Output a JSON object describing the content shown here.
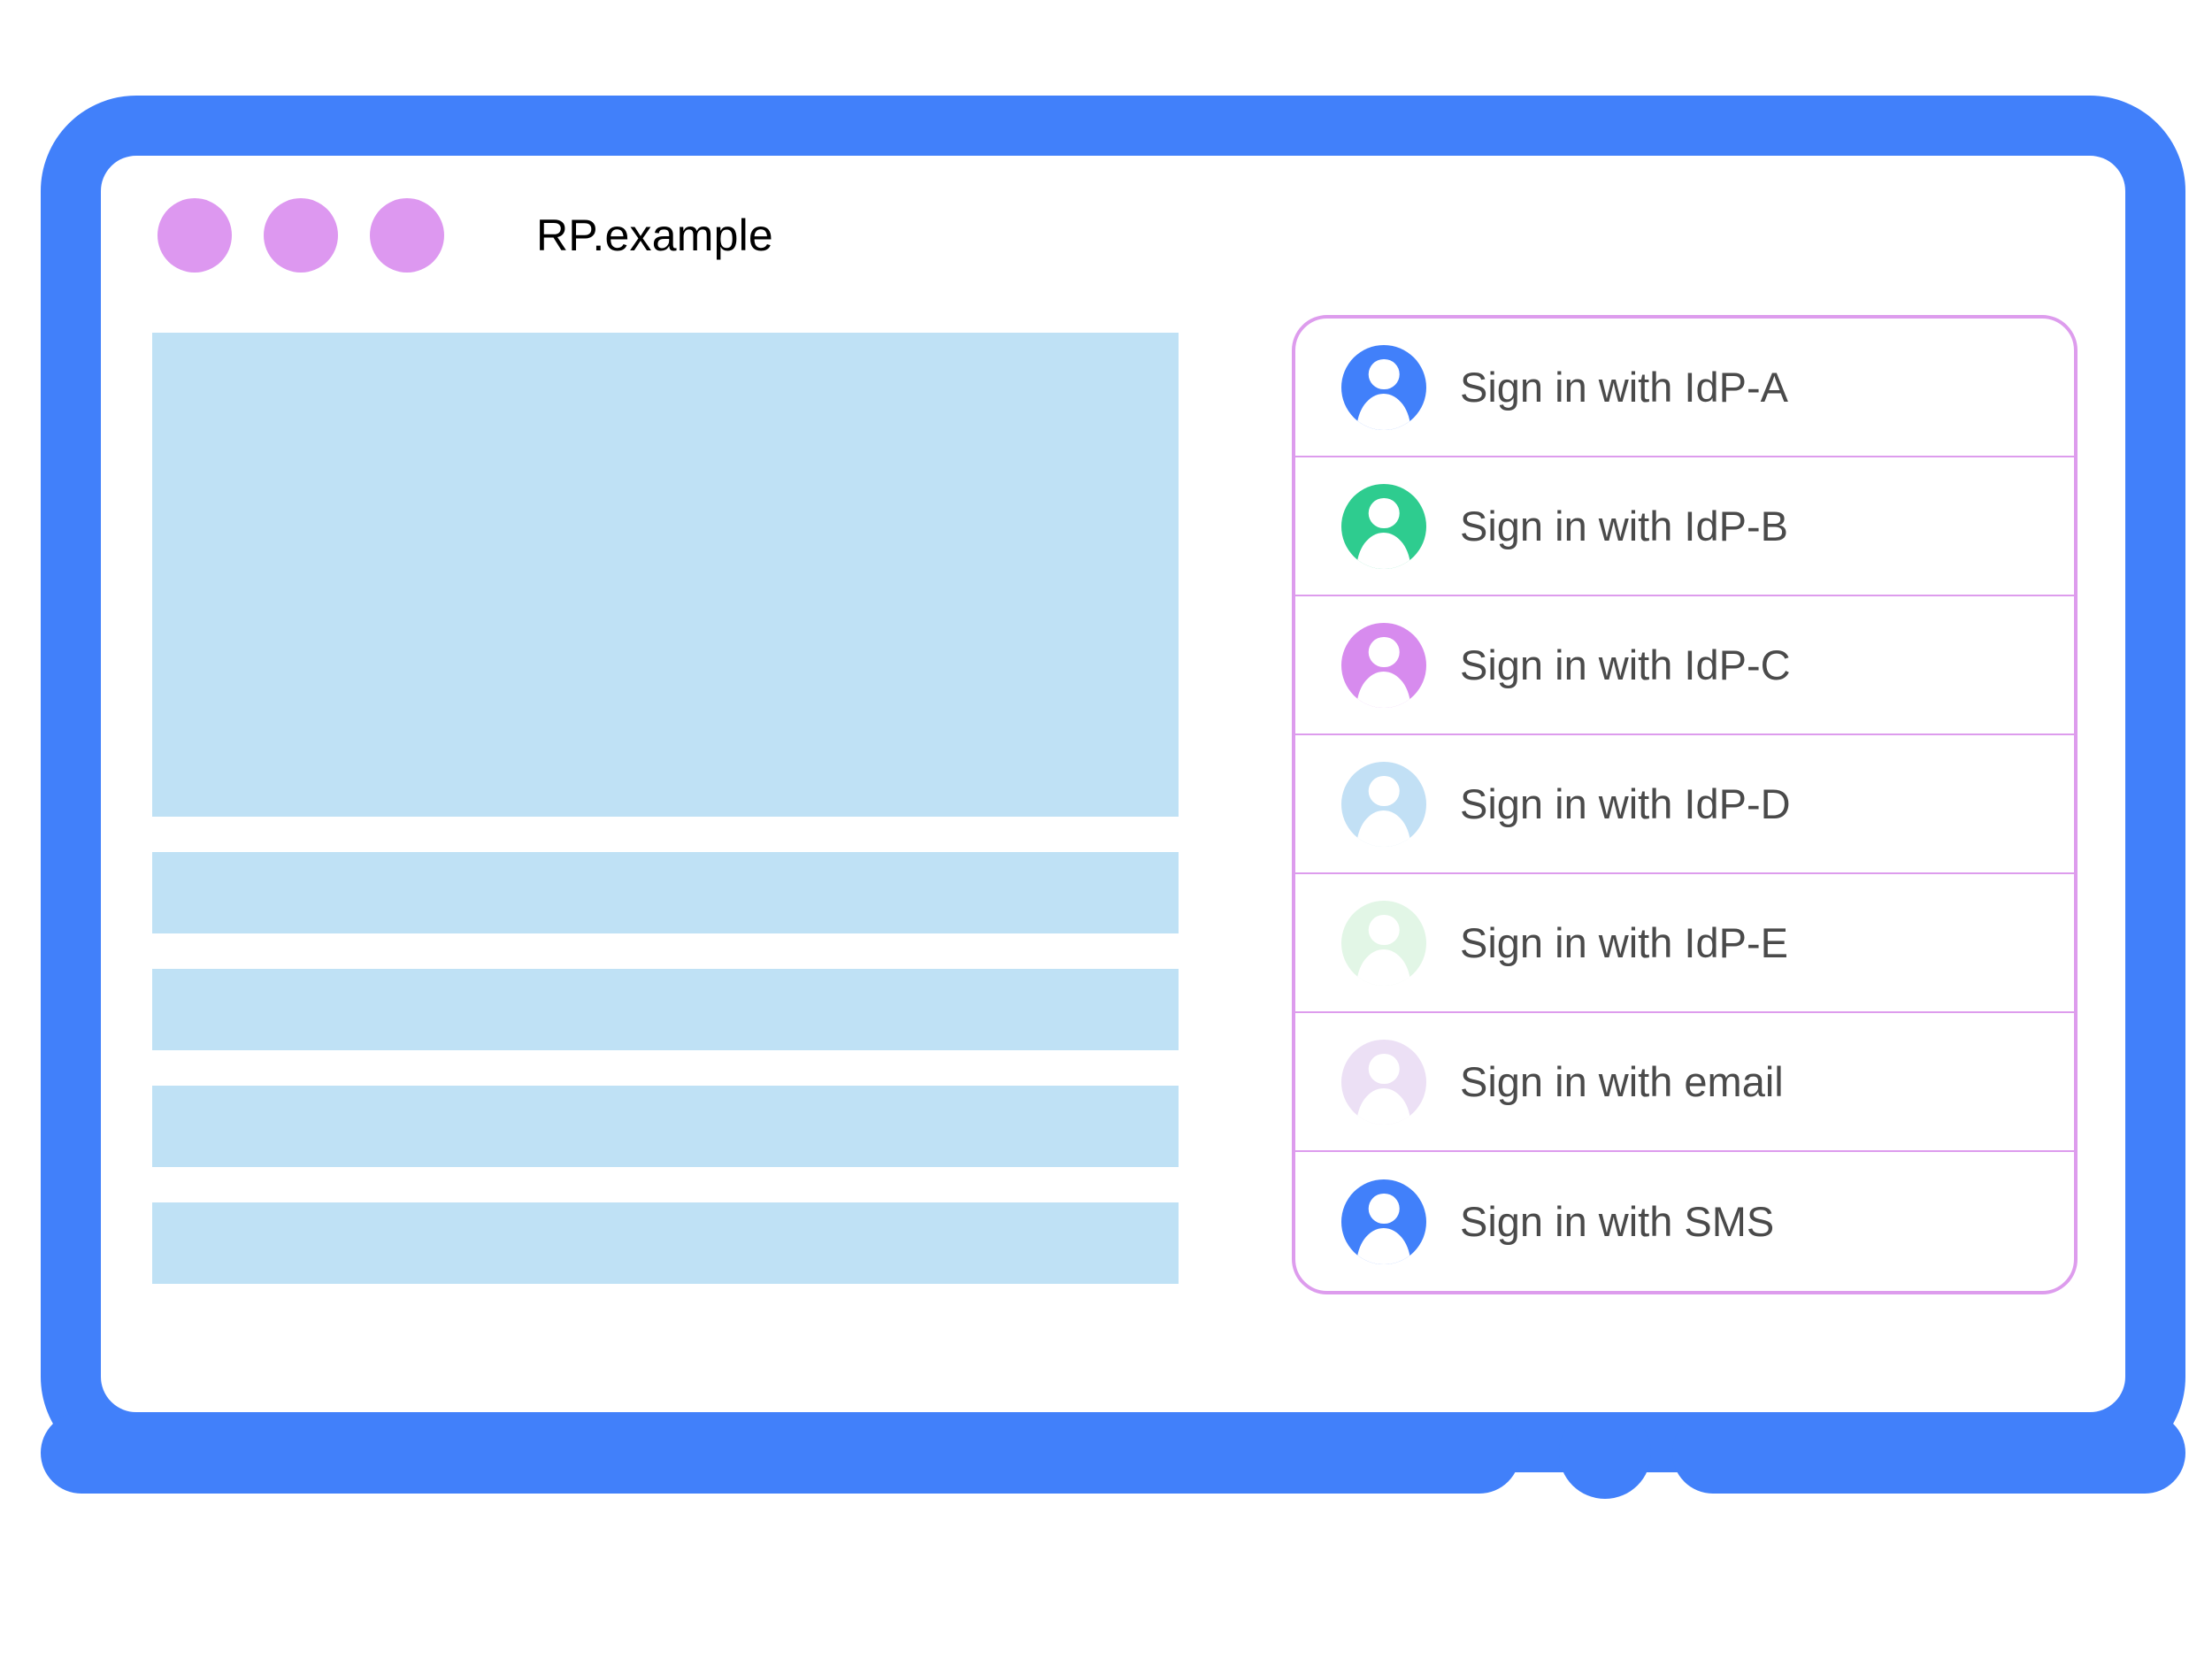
{
  "window": {
    "title": "RP.example",
    "controls": [
      {
        "name": "window-dot-1",
        "color": "#dd98f0"
      },
      {
        "name": "window-dot-2",
        "color": "#dd98f0"
      },
      {
        "name": "window-dot-3",
        "color": "#dd98f0"
      }
    ]
  },
  "theme": {
    "frame_blue": "#4180fa",
    "panel_border": "#dd9ced",
    "placeholder_blue": "#bfe1f5",
    "title_color": "#000000",
    "label_color": "#4a4a4a"
  },
  "content": {
    "placeholders": [
      {
        "name": "hero-placeholder",
        "kind": "hero"
      },
      {
        "name": "text-placeholder-1",
        "kind": "bar"
      },
      {
        "name": "text-placeholder-2",
        "kind": "bar"
      },
      {
        "name": "text-placeholder-3",
        "kind": "bar"
      },
      {
        "name": "text-placeholder-4",
        "kind": "bar"
      }
    ]
  },
  "signin_panel": {
    "options": [
      {
        "label": "Sign in with IdP-A",
        "icon": "account-avatar-icon",
        "avatar_color": "#4180fa"
      },
      {
        "label": "Sign in with IdP-B",
        "icon": "account-avatar-icon",
        "avatar_color": "#2ecc8f"
      },
      {
        "label": "Sign in with IdP-C",
        "icon": "account-avatar-icon",
        "avatar_color": "#d78bee"
      },
      {
        "label": "Sign in with IdP-D",
        "icon": "account-avatar-icon",
        "avatar_color": "#c2e0f5"
      },
      {
        "label": "Sign in with IdP-E",
        "icon": "account-avatar-icon",
        "avatar_color": "#e2f6e6"
      },
      {
        "label": "Sign in with email",
        "icon": "account-avatar-icon",
        "avatar_color": "#ece0f5"
      },
      {
        "label": "Sign in with SMS",
        "icon": "account-avatar-icon",
        "avatar_color": "#4180fa"
      }
    ]
  }
}
